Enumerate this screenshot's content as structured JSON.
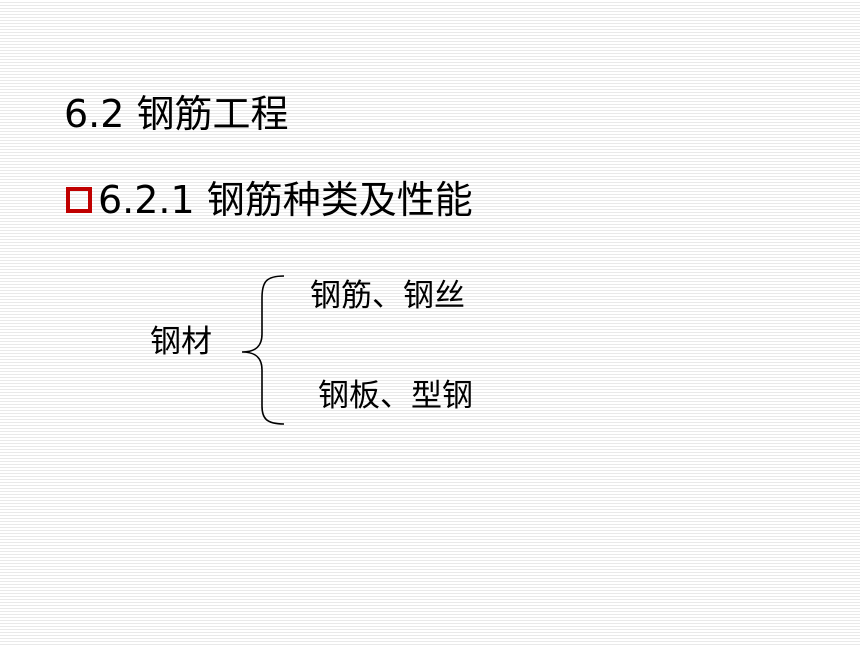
{
  "slide": {
    "heading": "6.2 钢筋工程",
    "bullet": {
      "icon": "hollow-square-bullet-icon",
      "color": "#c00000",
      "text": "6.2.1 钢筋种类及性能"
    },
    "classification": {
      "parent": "钢材",
      "children": [
        "钢筋、钢丝",
        "钢板、型钢"
      ]
    }
  }
}
